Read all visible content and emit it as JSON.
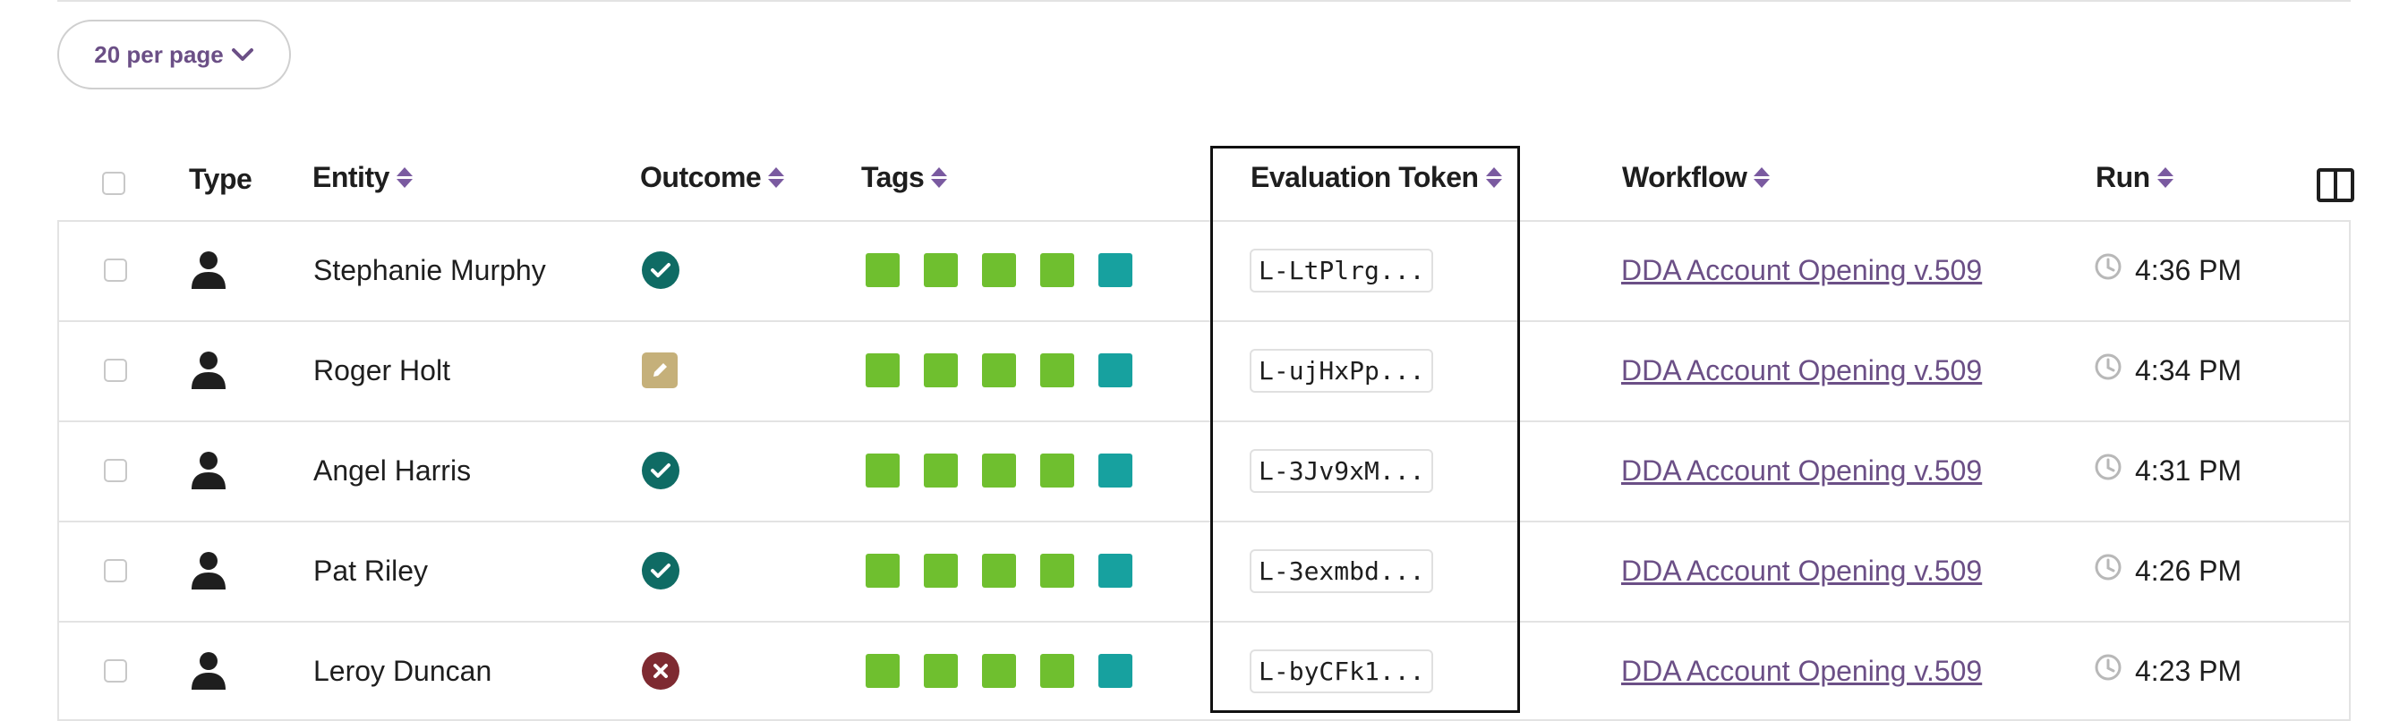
{
  "pagination": {
    "per_page_label": "20 per page",
    "chevron_icon": "chevron-down-icon"
  },
  "headers": {
    "type": "Type",
    "entity": "Entity",
    "outcome": "Outcome",
    "tags": "Tags",
    "evaluation_token": "Evaluation Token",
    "workflow": "Workflow",
    "run": "Run"
  },
  "column_toggle_icon": "columns-icon",
  "colors": {
    "accent": "#6b4f86",
    "tag_green": "#6fbf2f",
    "tag_teal": "#17a19f",
    "outcome_pass": "#0f6b64",
    "outcome_fail": "#7e2a31",
    "outcome_edit": "#c5b07a"
  },
  "rows": [
    {
      "type": "person-icon",
      "entity": "Stephanie Murphy",
      "outcome": "pass",
      "tags": [
        "green",
        "green",
        "green",
        "green",
        "teal"
      ],
      "token": "L-LtPlrg...",
      "workflow": "DDA Account Opening v.509",
      "run": "4:36 PM"
    },
    {
      "type": "person-icon",
      "entity": "Roger Holt",
      "outcome": "edit",
      "tags": [
        "green",
        "green",
        "green",
        "green",
        "teal"
      ],
      "token": "L-ujHxPp...",
      "workflow": "DDA Account Opening v.509",
      "run": "4:34 PM"
    },
    {
      "type": "person-icon",
      "entity": "Angel Harris",
      "outcome": "pass",
      "tags": [
        "green",
        "green",
        "green",
        "green",
        "teal"
      ],
      "token": "L-3Jv9xM...",
      "workflow": "DDA Account Opening v.509",
      "run": "4:31 PM"
    },
    {
      "type": "person-icon",
      "entity": "Pat Riley",
      "outcome": "pass",
      "tags": [
        "green",
        "green",
        "green",
        "green",
        "teal"
      ],
      "token": "L-3exmbd...",
      "workflow": "DDA Account Opening v.509",
      "run": "4:26 PM"
    },
    {
      "type": "person-icon",
      "entity": "Leroy Duncan",
      "outcome": "fail",
      "tags": [
        "green",
        "green",
        "green",
        "green",
        "teal"
      ],
      "token": "L-byCFk1...",
      "workflow": "DDA Account Opening v.509",
      "run": "4:23 PM"
    }
  ]
}
